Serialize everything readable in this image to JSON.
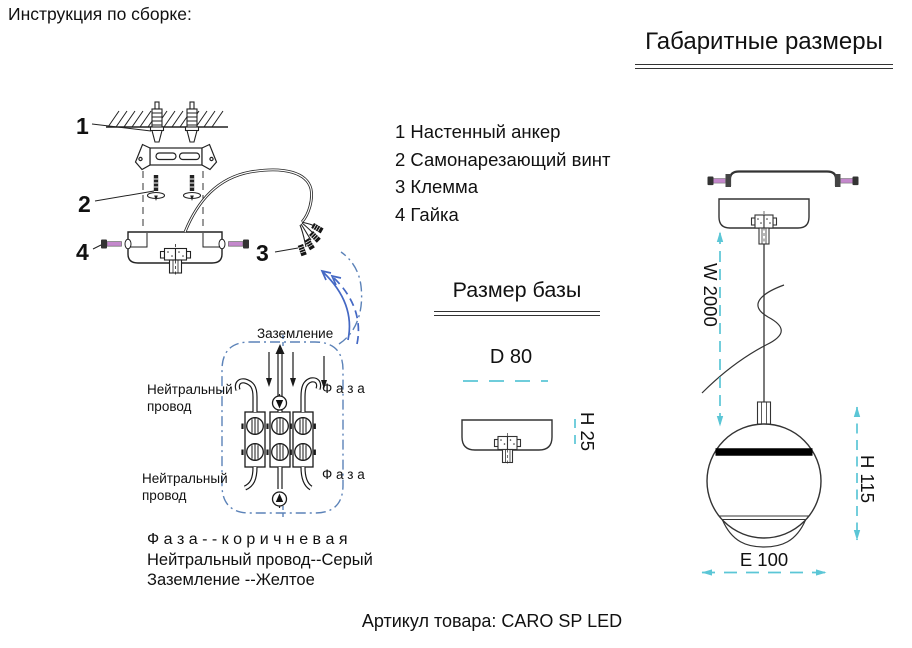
{
  "page": {
    "title": "Инструкция по сборке:",
    "article": "Артикул товара: CARO SP LED"
  },
  "dimensions": {
    "title": "Габаритные размеры",
    "width_label": "W 2000",
    "height_label": "H 115",
    "diameter_label": "E 100"
  },
  "parts": {
    "items": [
      "1 Настенный анкер",
      "2 Самонарезающий винт",
      "3 Клемма",
      "4 Гайка"
    ]
  },
  "assembly": {
    "callouts": [
      "1",
      "2",
      "3",
      "4"
    ]
  },
  "base": {
    "title": "Размер базы",
    "diameter_label": "D 80",
    "height_label": "H 25"
  },
  "wiring": {
    "ground_label": "Заземление",
    "neutral_line1": "Нейтральный",
    "neutral_line2": "провод",
    "phase_label": "Ф а з а"
  },
  "wire_colors": {
    "phase": "Ф а з а - - к о р и ч н е в а я",
    "neutral": "Нейтральный провод--Серый",
    "ground": "Заземление --Желтое"
  },
  "colors": {
    "dimension_cyan": "#5bc6d6",
    "wiring_blue": "#5b82b8",
    "arrow_blue": "#4468c4",
    "screw_pink": "#c488cc",
    "line_black": "#222222"
  }
}
